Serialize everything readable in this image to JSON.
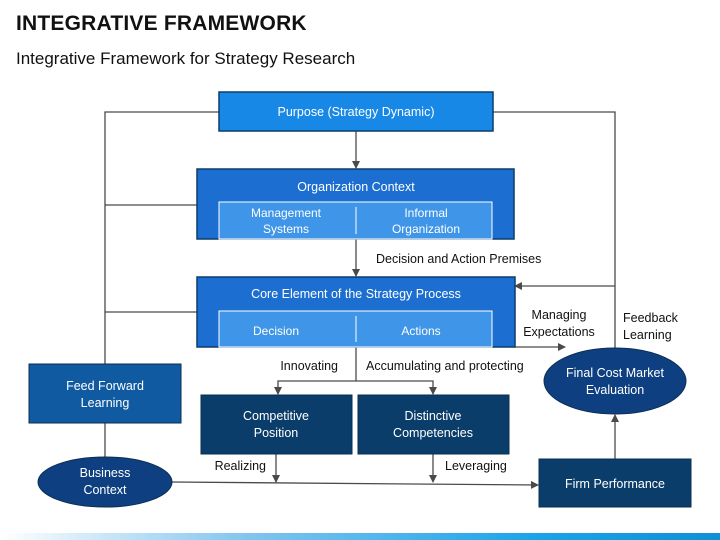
{
  "header": {
    "title": "INTEGRATIVE FRAMEWORK",
    "subtitle": "Integrative Framework for Strategy Research"
  },
  "diagram": {
    "purpose": "Purpose (Strategy Dynamic)",
    "organization_context": {
      "title": "Organization Context",
      "left_line1": "Management",
      "left_line2": "Systems",
      "right_line1": "Informal",
      "right_line2": "Organization"
    },
    "core_element": {
      "title": "Core Element of the Strategy Process",
      "left": "Decision",
      "right": "Actions"
    },
    "competitive_position": {
      "line1": "Competitive",
      "line2": "Position"
    },
    "distinctive_competencies": {
      "line1": "Distinctive",
      "line2": "Competencies"
    },
    "feed_forward_learning": {
      "line1": "Feed Forward",
      "line2": "Learning"
    },
    "business_context": {
      "line1": "Business",
      "line2": "Context"
    },
    "firm_performance": "Firm Performance",
    "final_cost": {
      "line1": "Final Cost Market",
      "line2": "Evaluation"
    },
    "labels": {
      "decision_premises": "Decision and Action Premises",
      "managing_line1": "Managing",
      "managing_line2": "Expectations",
      "feedback_line1": "Feedback",
      "feedback_line2": "Learning",
      "innovating": "Innovating",
      "accumulating": "Accumulating and protecting",
      "realizing": "Realizing",
      "leveraging": "Leveraging"
    }
  },
  "colors": {
    "bright_blue": "#1888e6",
    "mid_blue": "#1c6fd0",
    "medium_navy": "#0f5aa0",
    "dark_navy": "#0b3d6b",
    "ellipse_navy": "#0e3f80",
    "line": "#4a4a4a"
  }
}
